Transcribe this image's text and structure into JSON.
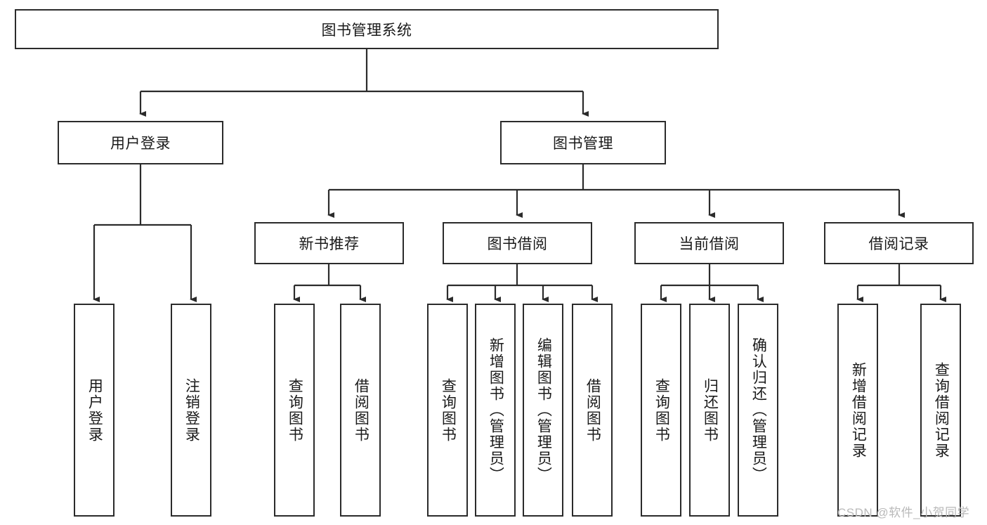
{
  "diagram": {
    "title_node": {
      "label": "图书管理系统"
    },
    "level1": [
      {
        "label": "用户登录"
      },
      {
        "label": "图书管理"
      }
    ],
    "level2": [
      {
        "label": "新书推荐"
      },
      {
        "label": "图书借阅"
      },
      {
        "label": "当前借阅"
      },
      {
        "label": "借阅记录"
      }
    ],
    "leaves": {
      "user_login": [
        {
          "label": "用户登录"
        },
        {
          "label": "注销登录"
        }
      ],
      "new_book_recommend": [
        {
          "label": "查询图书"
        },
        {
          "label": "借阅图书"
        }
      ],
      "book_borrow": [
        {
          "label": "查询图书"
        },
        {
          "label": "新增图书（管理员）"
        },
        {
          "label": "编辑图书（管理员）"
        },
        {
          "label": "借阅图书"
        }
      ],
      "current_borrow": [
        {
          "label": "查询图书"
        },
        {
          "label": "归还图书"
        },
        {
          "label": "确认归还（管理员）"
        }
      ],
      "borrow_record": [
        {
          "label": "新增借阅记录"
        },
        {
          "label": "查询借阅记录"
        }
      ]
    },
    "watermark": {
      "text": "CSDN @软件_小贺同学"
    },
    "colors": {
      "stroke": "#2b2b2b",
      "fill": "#ffffff",
      "text": "#1a1a1a",
      "watermark": "#b9b9b9"
    }
  }
}
